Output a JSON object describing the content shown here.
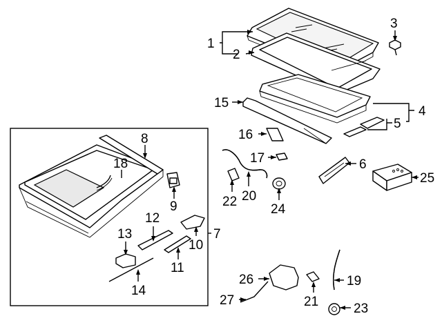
{
  "callouts": {
    "c1": "1",
    "c2": "2",
    "c3": "3",
    "c4": "4",
    "c5": "5",
    "c6": "6",
    "c7": "7",
    "c8": "8",
    "c9": "9",
    "c10": "10",
    "c11": "11",
    "c12": "12",
    "c13": "13",
    "c14": "14",
    "c15": "15",
    "c16": "16",
    "c17": "17",
    "c18": "18",
    "c19": "19",
    "c20": "20",
    "c21": "21",
    "c22": "22",
    "c23": "23",
    "c24": "24",
    "c25": "25",
    "c26": "26",
    "c27": "27"
  },
  "colors": {
    "line": "#000000",
    "background": "#ffffff"
  }
}
